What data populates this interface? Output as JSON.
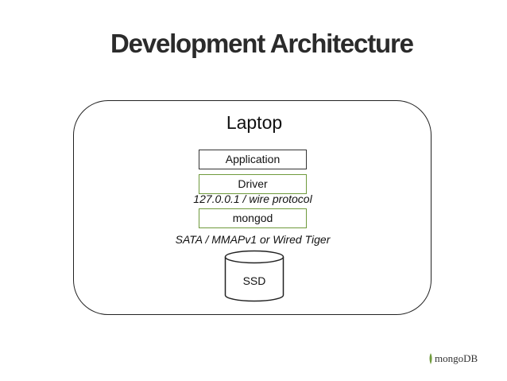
{
  "slide": {
    "title": "Development Architecture"
  },
  "diagram": {
    "container_label": "Laptop",
    "layers": {
      "application": "Application",
      "driver": "Driver",
      "mongod": "mongod"
    },
    "connections": {
      "driver_to_mongod": "127.0.0.1 / wire protocol",
      "mongod_to_storage": "SATA / MMAPv1 or Wired Tiger"
    },
    "storage": "SSD"
  },
  "logo": {
    "text": "mongoDB",
    "colors": {
      "leaf": "#6f9a3c"
    }
  },
  "colors": {
    "title": "#2b2b2b",
    "box_outline": "#333333",
    "highlight_outline": "#6f9a3c"
  }
}
